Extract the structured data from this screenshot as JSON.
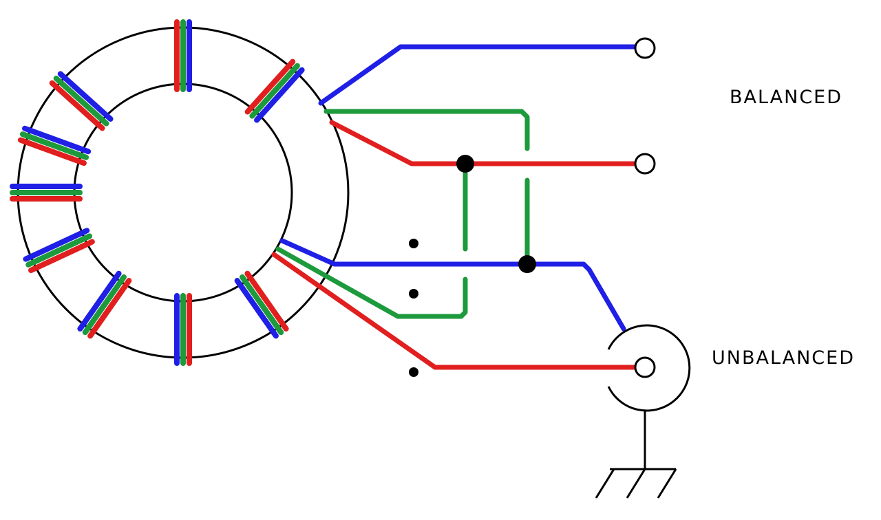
{
  "labels": {
    "balanced": "BALANCED",
    "unbalanced": "UNBALANCED"
  },
  "colors": {
    "wire_blue": "#1f1fe6",
    "wire_green": "#1d9a3c",
    "wire_red": "#e11f1f",
    "outline": "#000000"
  },
  "components": {
    "core": "toroid-core",
    "windings": "trifilar-winding",
    "coax_connector": "coax-connector",
    "ground_symbol": "ground-icon"
  }
}
